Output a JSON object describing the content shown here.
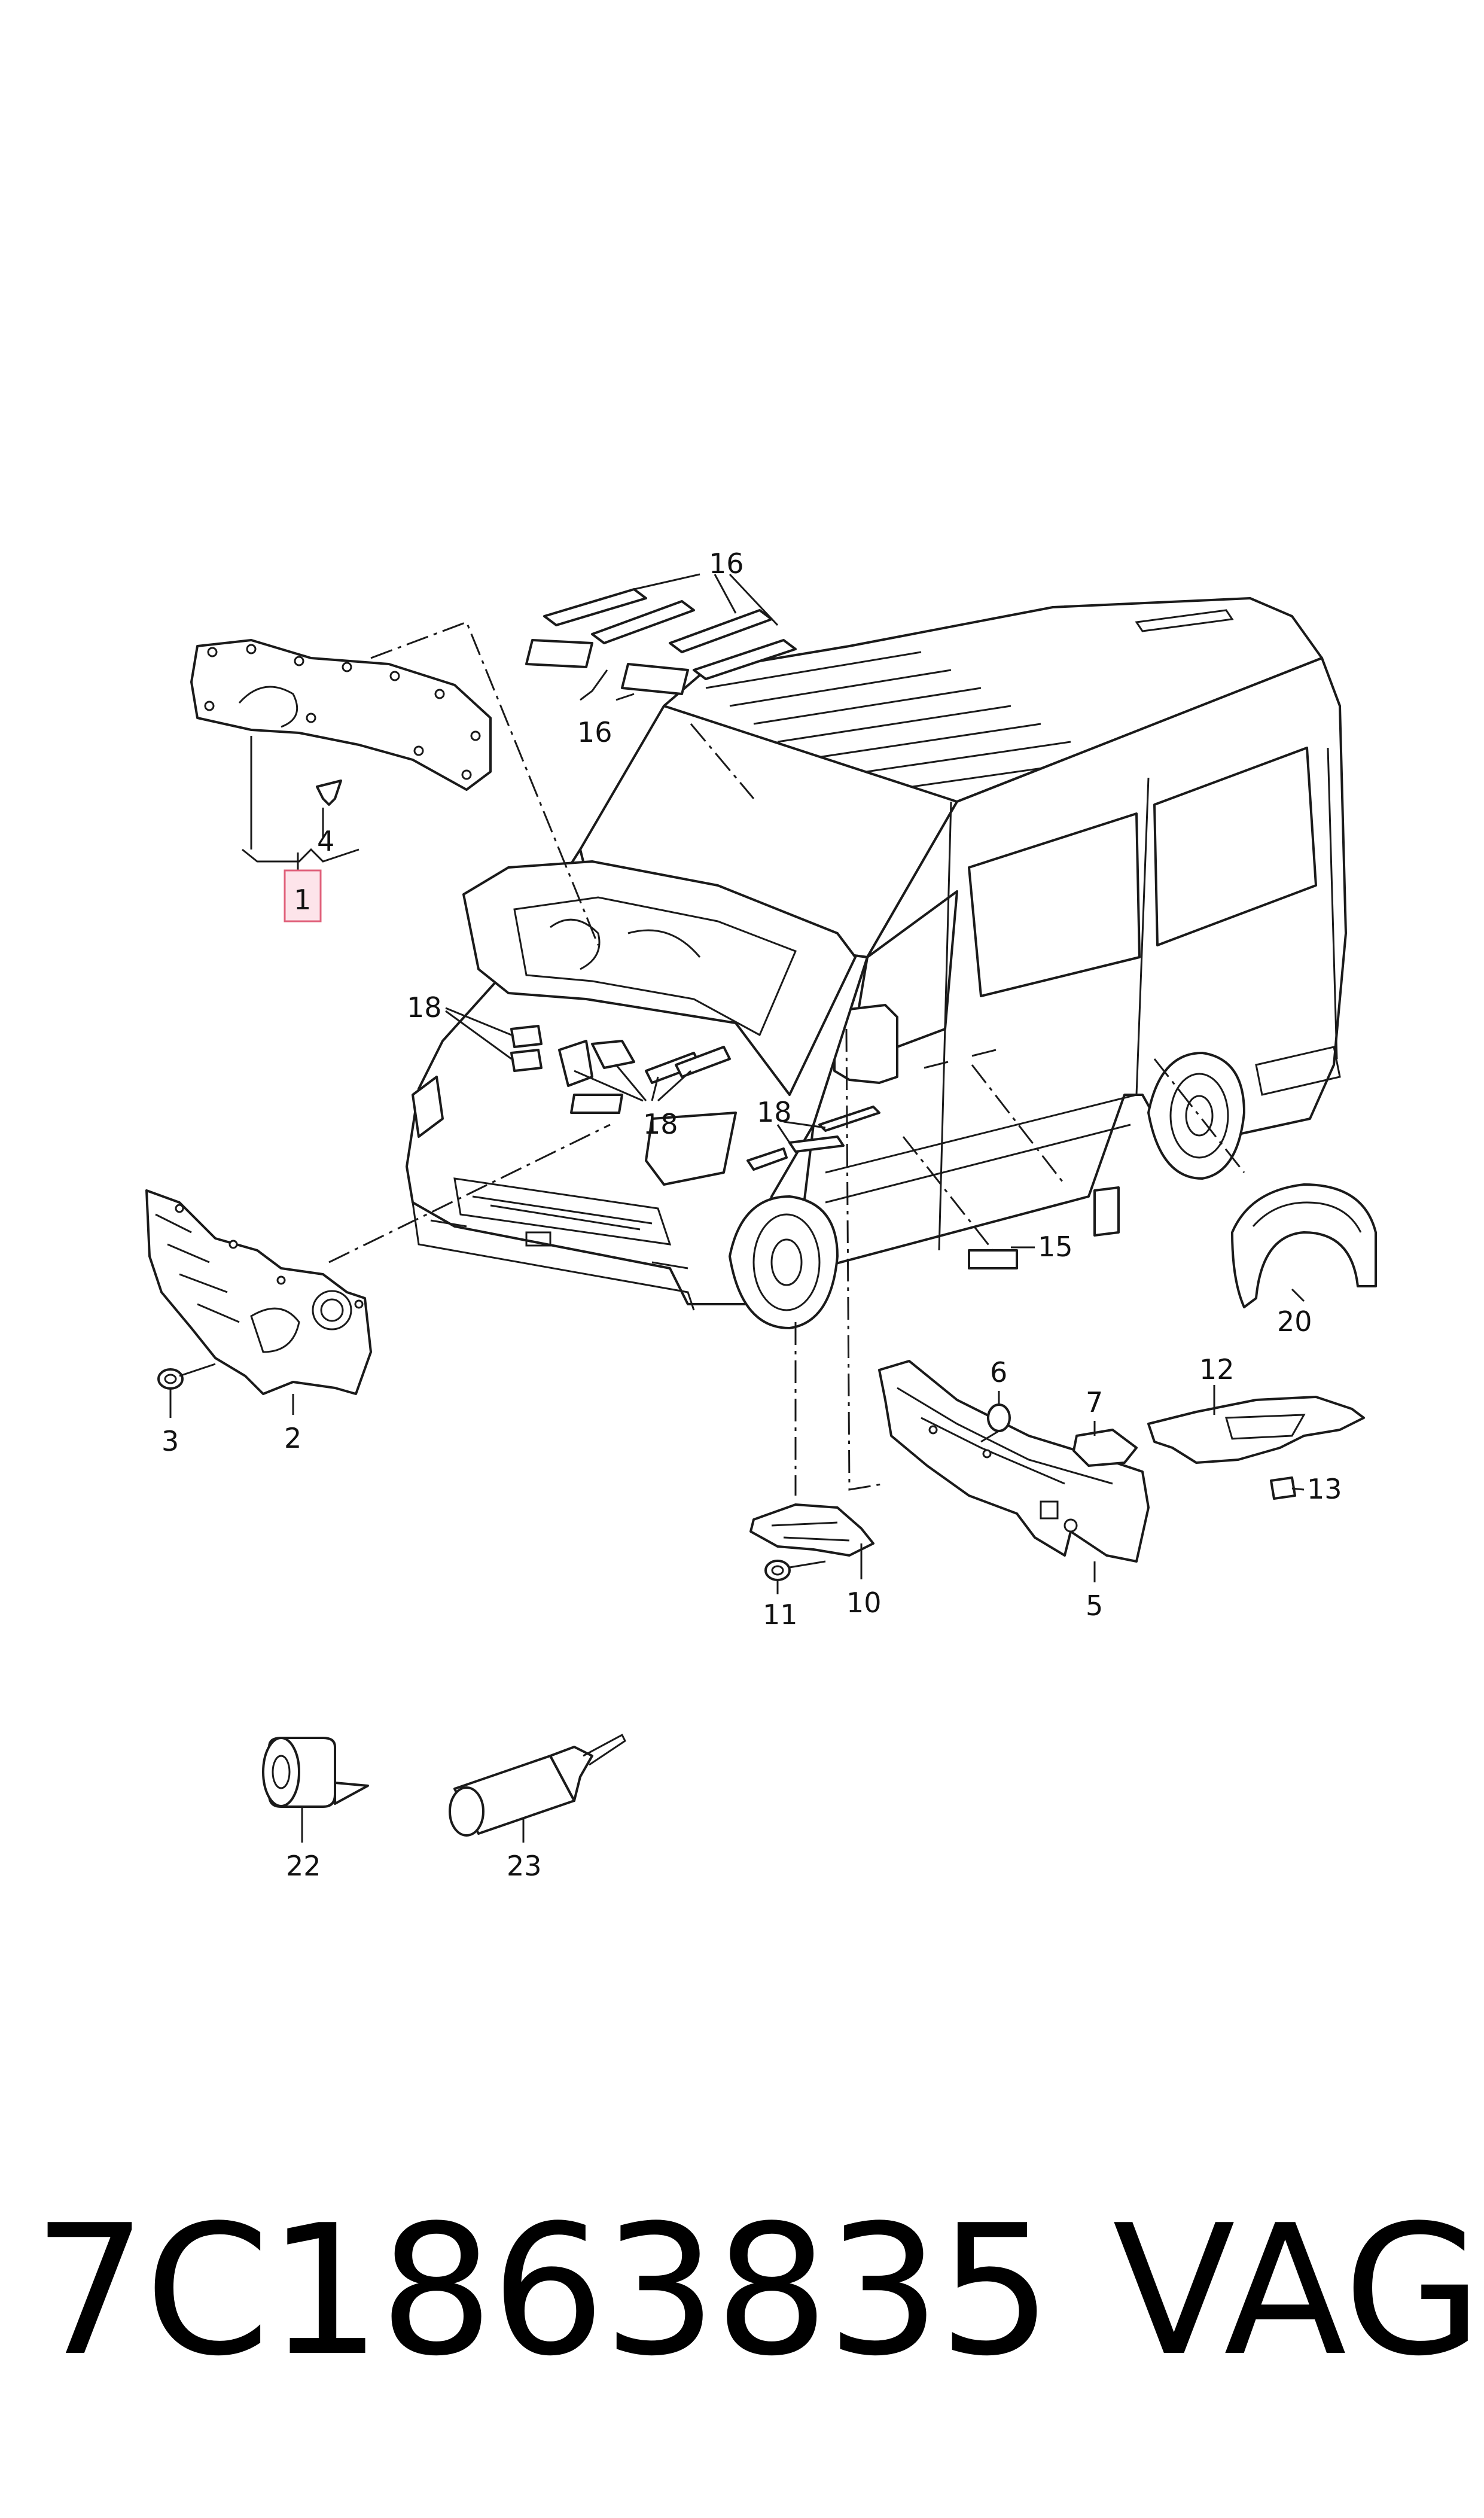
{
  "callouts": {
    "c1": "1",
    "c2": "2",
    "c3": "3",
    "c4": "4",
    "c5": "5",
    "c6": "6",
    "c7": "7",
    "c10": "10",
    "c11": "11",
    "c12": "12",
    "c13": "13",
    "c15": "15",
    "c16a": "16",
    "c16b": "16",
    "c18a": "18",
    "c18b": "18",
    "c18c": "18",
    "c20": "20",
    "c22": "22",
    "c23": "23"
  },
  "footer": {
    "part_number": "7C1863835",
    "brand": "VAG"
  },
  "colors": {
    "line": "#1a1a1a",
    "highlight_fill": "#fde4ea",
    "highlight_stroke": "#e0607a"
  }
}
